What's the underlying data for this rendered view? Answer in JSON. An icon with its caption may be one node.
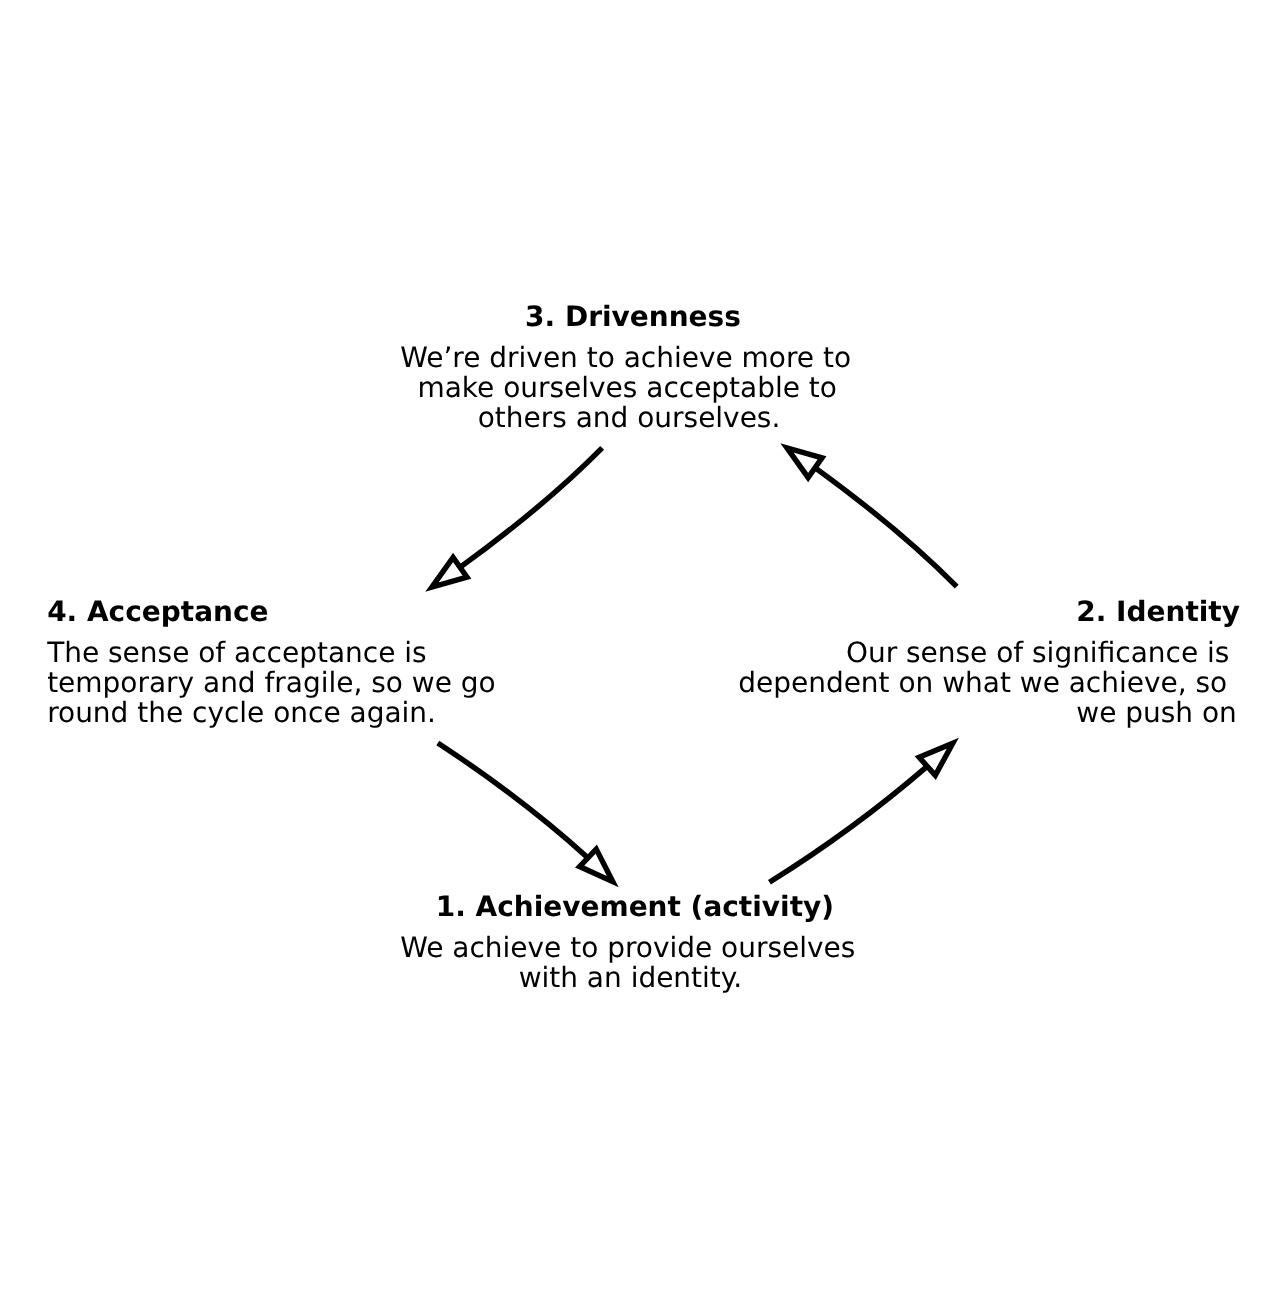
{
  "diagram": {
    "nodes": [
      {
        "text": [
          "3. Drivenness",
          "We’re driven to achieve more to make ourselves acceptable to others and ourselves."
        ]
      },
      {
        "text": [
          "4. Acceptance",
          "The sense of acceptance is temporary and fragile, so we go round the cycle once again."
        ]
      },
      {
        "text": [
          "2. Identity",
          "Our sense of significance is dependent on what we achieve, so we push on"
        ]
      },
      {
        "text": [
          "1. Achievement (activity)",
          "We achieve to provide ourselves with an identity."
        ]
      }
    ],
    "edges": [
      {
        "from": 3,
        "to": 2,
        "arrow": "to"
      },
      {
        "from": 2,
        "to": 0,
        "arrow": "to"
      },
      {
        "from": 0,
        "to": 1,
        "arrow": "to"
      },
      {
        "from": 1,
        "to": 3,
        "arrow": "to"
      }
    ]
  }
}
